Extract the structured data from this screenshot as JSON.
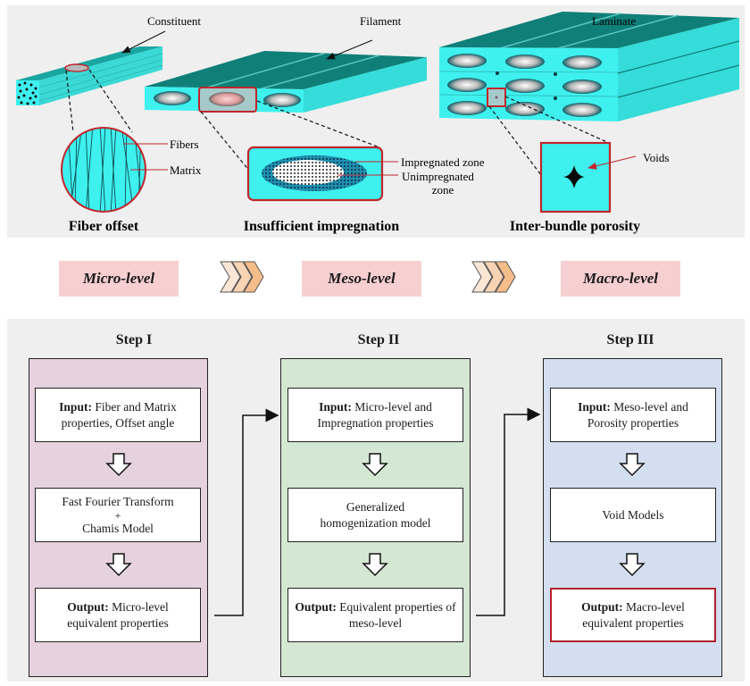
{
  "top": {
    "micro": {
      "callout": "Constituent",
      "labels": [
        "Fibers",
        "Matrix"
      ],
      "caption": "Fiber offset"
    },
    "meso": {
      "callout": "Filament",
      "labels": [
        "Impregnated zone",
        "Unimpregnated",
        "zone"
      ],
      "caption": "Insufficient impregnation"
    },
    "macro": {
      "callout": "Laminate",
      "labels": [
        "Voids"
      ],
      "caption": "Inter-bundle porosity"
    }
  },
  "levels": [
    "Micro-level",
    "Meso-level",
    "Macro-level"
  ],
  "steps": [
    {
      "title": "Step I",
      "color": "#e6d2de",
      "input_bold": "Input:",
      "input_text": " Fiber and Matrix properties, Offset angle",
      "process": [
        "Fast Fourier Transform",
        "+",
        "Chamis Model"
      ],
      "output_bold": "Output:",
      "output_text": " Micro-level equivalent properties"
    },
    {
      "title": "Step II",
      "color": "#d4e7d2",
      "input_bold": "Input:",
      "input_text": " Micro-level and Impregnation properties",
      "process": [
        "Generalized",
        "homogenization model"
      ],
      "output_bold": "Output:",
      "output_text": " Equivalent properties of meso-level"
    },
    {
      "title": "Step III",
      "color": "#d3dff0",
      "input_bold": "Input:",
      "input_text": " Meso-level and Porosity properties",
      "process": [
        "Void Models"
      ],
      "output_bold": "Output:",
      "output_text": " Macro-level equivalent properties"
    }
  ],
  "colors": {
    "cyan": "#3ef0ee",
    "teal_top": "#0f7f78",
    "highlight_red": "#c0262d",
    "level_pink": "#f7cfd0",
    "chevron_light": "#fbe6d6",
    "chevron_mid": "#f8d3b4",
    "chevron_dark": "#f5bd8a"
  }
}
